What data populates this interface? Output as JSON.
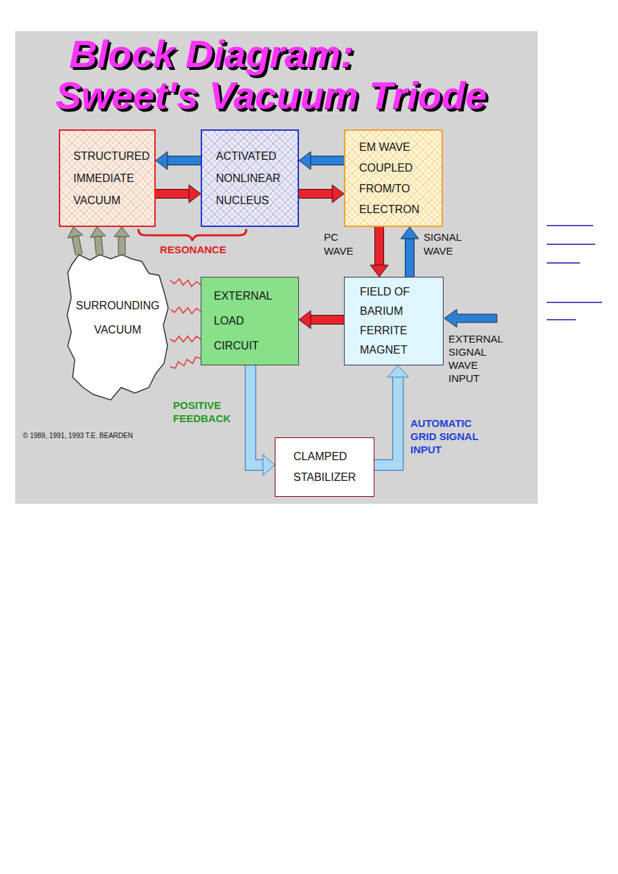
{
  "diagram": {
    "title": "Block Diagram: Sweet's Vacuum Triode",
    "nodes": [
      {
        "text": [
          "STRUCTURED IMMEDIATE VACUUM"
        ]
      },
      {
        "text": [
          "ACTIVATED NONLINEAR NUCLEUS"
        ]
      },
      {
        "text": [
          "EM WAVE COUPLED FROM/TO ELECTRON"
        ]
      },
      {
        "text": [
          "SURROUNDING VACUUM"
        ]
      },
      {
        "text": [
          "EXTERNAL LOAD CIRCUIT"
        ]
      },
      {
        "text": [
          "FIELD OF BARIUM FERRITE MAGNET"
        ]
      },
      {
        "text": [
          "CLAMPED STABILIZER"
        ]
      }
    ],
    "edges": [
      {
        "from": 1,
        "to": 0,
        "arrow": "to"
      },
      {
        "from": 0,
        "to": 1,
        "arrow": "to"
      },
      {
        "from": 2,
        "to": 1,
        "arrow": "to"
      },
      {
        "from": 1,
        "to": 2,
        "arrow": "to"
      },
      {
        "from": 3,
        "to": 0,
        "arrow": "to"
      },
      {
        "from": 3,
        "to": 0,
        "arrow": "to"
      },
      {
        "from": 3,
        "to": 0,
        "arrow": "to"
      },
      {
        "from": 2,
        "to": 5,
        "label": "PC WAVE",
        "arrow": "to"
      },
      {
        "from": 5,
        "to": 2,
        "label": "SIGNAL WAVE",
        "arrow": "to"
      },
      {
        "from": 5,
        "to": 4,
        "arrow": "to"
      },
      {
        "from": 3,
        "to": 4,
        "arrow": "none"
      },
      {
        "from": 3,
        "to": 4,
        "arrow": "none"
      },
      {
        "from": 3,
        "to": 4,
        "arrow": "none"
      },
      {
        "from": 3,
        "to": 4,
        "arrow": "none"
      },
      {
        "from": 4,
        "to": 6,
        "label": "POSITIVE FEEDBACK",
        "arrow": "to"
      },
      {
        "from": 6,
        "to": 5,
        "label": "AUTOMATIC GRID SIGNAL INPUT",
        "arrow": "to"
      }
    ],
    "labels": [
      "RESONANCE",
      "EXTERNAL SIGNAL WAVE INPUT",
      "© 1989, 1991, 1993 T.E. BEARDEN"
    ]
  }
}
